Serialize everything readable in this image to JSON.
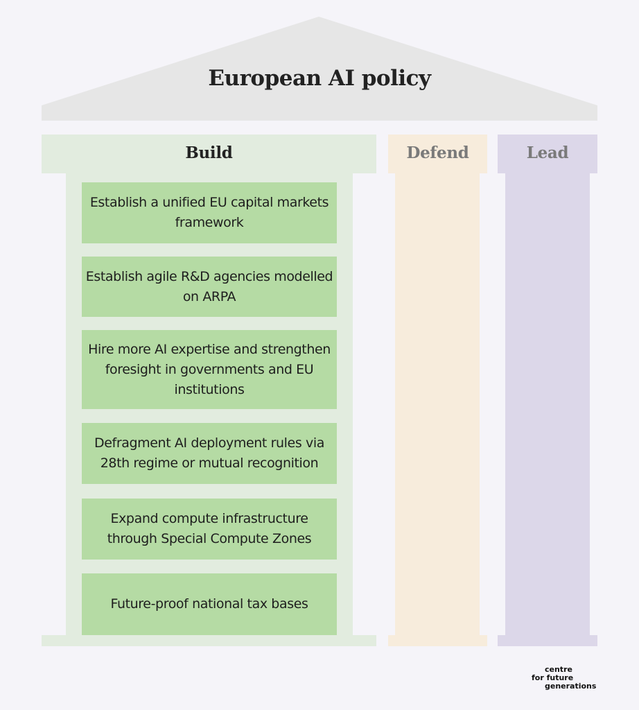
{
  "title": "European AI policy",
  "colors": {
    "background": "#f5f4f9",
    "roof": "#e6e6e6",
    "build": "#e2ecdf",
    "build_item": "#b5dba4",
    "defend": "#f7ecdc",
    "lead": "#dcd7e9"
  },
  "pillars": [
    {
      "label": "Build",
      "items": [
        "Establish a unified EU capital markets framework",
        "Establish agile R&D agencies modelled on ARPA",
        "Hire more AI expertise and strengthen foresight in governments and EU institutions",
        "Defragment AI deployment rules via 28th regime or mutual recognition",
        "Expand compute infrastructure through Special Compute Zones",
        "Future-proof national tax bases"
      ]
    },
    {
      "label": "Defend",
      "items": []
    },
    {
      "label": "Lead",
      "items": []
    }
  ],
  "logo": {
    "line1": "centre",
    "line2": "for future",
    "line3": "generations"
  }
}
